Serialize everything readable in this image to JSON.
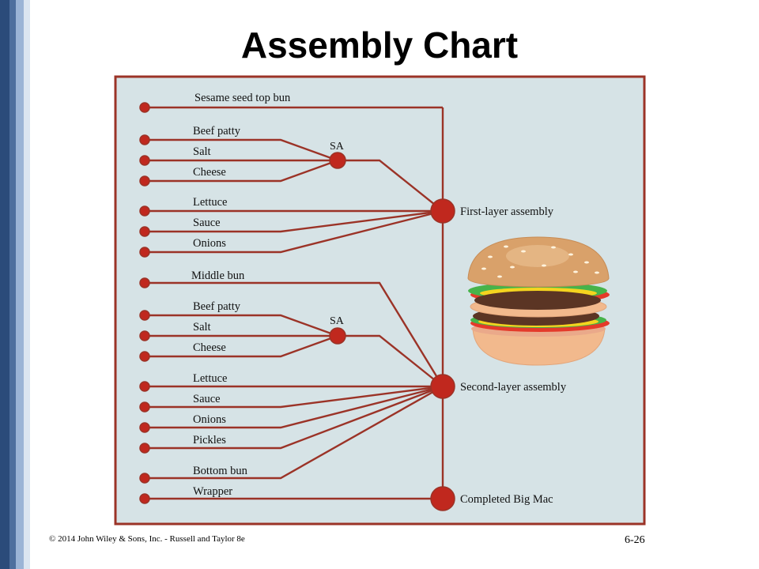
{
  "title": "Assembly Chart",
  "footer": {
    "copyright": "© 2014 John Wiley & Sons, Inc. - Russell and Taylor 8e",
    "page": "6-26"
  },
  "colors": {
    "line": "#9b3327",
    "node": "#c0281e",
    "panel": "#d6e3e6"
  },
  "diagram": {
    "components": [
      "Sesame seed top bun",
      "Beef patty",
      "Salt",
      "Cheese",
      "Lettuce",
      "Sauce",
      "Onions",
      "Middle bun",
      "Beef patty",
      "Salt",
      "Cheese",
      "Lettuce",
      "Sauce",
      "Onions",
      "Pickles",
      "Bottom bun",
      "Wrapper"
    ],
    "subassembly_label": "SA",
    "assemblies": [
      "First-layer assembly",
      "Second-layer assembly",
      "Completed Big Mac"
    ]
  }
}
